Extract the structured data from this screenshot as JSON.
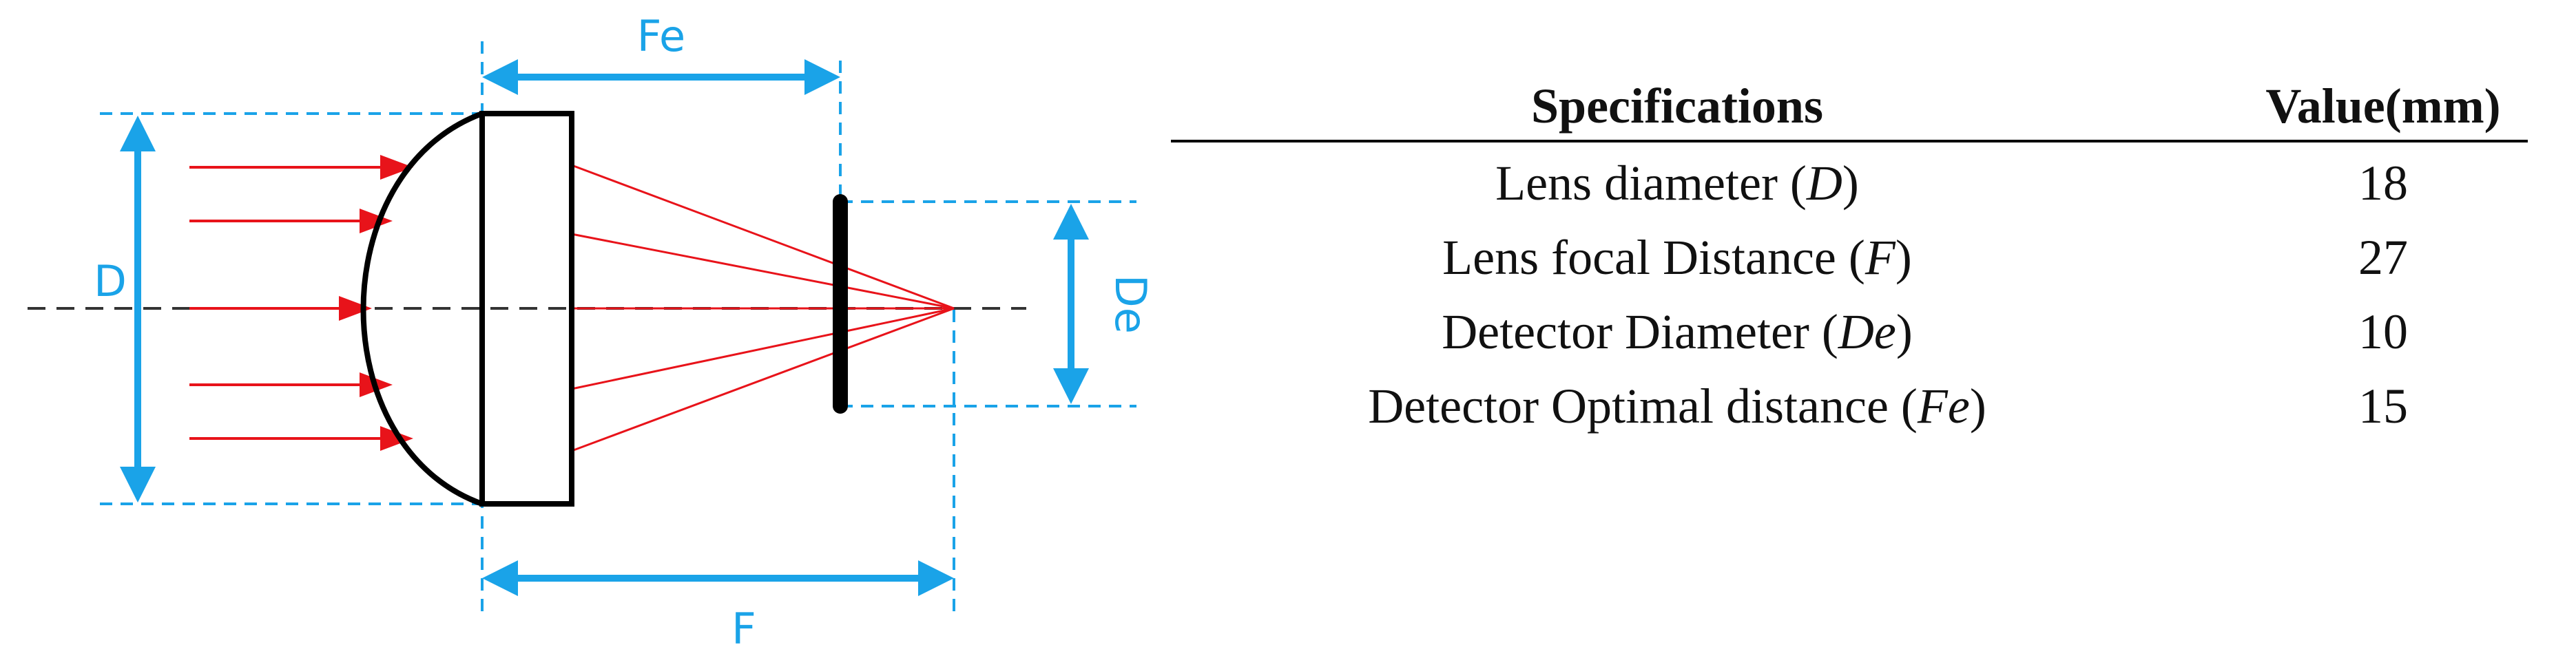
{
  "colors": {
    "dimension": "#1aa3e8",
    "ray": "#e8131a",
    "outline": "#000000",
    "axis": "#333333"
  },
  "diagram": {
    "labels": {
      "fe": "Fe",
      "d": "D",
      "de": "De",
      "f": "F"
    }
  },
  "table": {
    "headers": [
      "Specifications",
      "Value(mm)"
    ],
    "rows": [
      {
        "name": "Lens diameter (",
        "symbol": "D",
        "close": ")",
        "value": "18"
      },
      {
        "name": "Lens focal Distance (",
        "symbol": "F",
        "close": ")",
        "value": "27"
      },
      {
        "name": "Detector Diameter (",
        "symbol": "De",
        "close": ")",
        "value": "10"
      },
      {
        "name": "Detector Optimal distance (",
        "symbol": "Fe",
        "close": ")",
        "value": "15"
      }
    ]
  }
}
